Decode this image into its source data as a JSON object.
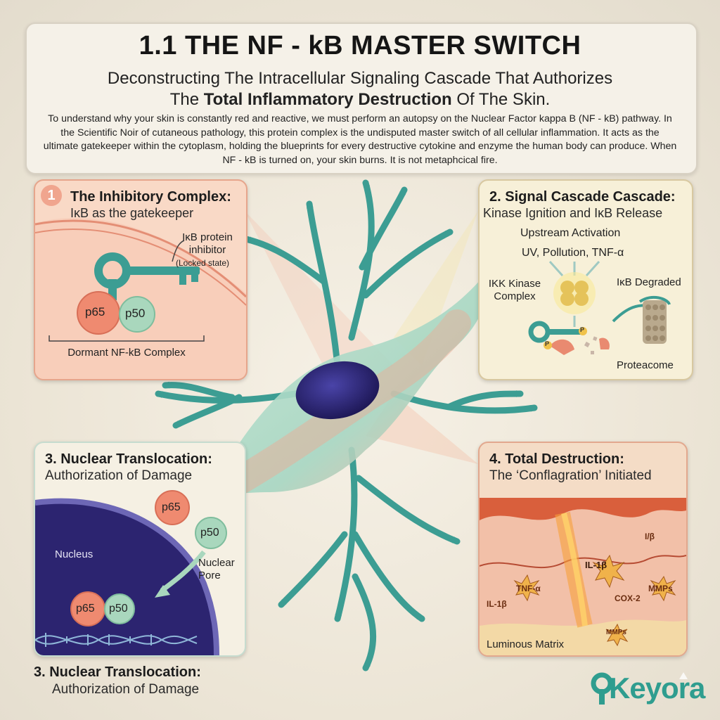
{
  "header": {
    "title": "1.1 THE NF - kB MASTER SWITCH",
    "subtitle_line1": "Deconstructing The Intracellular Signaling Cascade That Authorizes",
    "subtitle_line2_pre": "The ",
    "subtitle_line2_bold": "Total Inflammatory Destruction",
    "subtitle_line2_post": " Of The Skin.",
    "intro": "To understand why your skin is constantly red and reactive, we must perform an autopsy on the Nuclear Factor kappa B (NF - kB) pathway. In the Scientific Noir of cutaneous pathology, this protein complex is the undisputed master switch of all cellular inflammation. It acts as the ultimate gatekeeper within the cytoplasm, holding the blueprints for every destructive cytokine and enzyme the human body can produce. When NF - kB is turned on, your skin burns. It is not  metaphcical fire."
  },
  "panel1": {
    "number": "1",
    "title": "The Inhibitory Complex:",
    "subtitle": "IκB as the gatekeeper",
    "label_inhibitor": "IκB protein inhibitor",
    "label_state": "(Locked state)",
    "p65": "p65",
    "p50": "p50",
    "label_dormant": "Dormant NF-kB Complex"
  },
  "panel2": {
    "title": "2. Signal Cascade Cascade:",
    "subtitle": "Kinase Ignition and IκB Release",
    "upstream": "Upstream Activation",
    "triggers": "UV,  Pollution,  TNF-α",
    "ikk": "IKK Kinase Complex",
    "degraded": "IκB Degraded",
    "proteasome": "Proteacome",
    "phospho": "P"
  },
  "panel3": {
    "title": "3. Nuclear Translocation:",
    "subtitle": "Authorization of Damage",
    "p65": "p65",
    "p50": "p50",
    "nucleus": "Nucleus",
    "pore": "Nuclear Pore"
  },
  "panel4": {
    "title": "4. Total Destruction:",
    "subtitle": "The ‘Conflagration’ Initiated",
    "markers": [
      "IL-1β",
      "TNF-α",
      "MMPs",
      "IL-1β",
      "COX-2",
      "MMPs",
      "I/β"
    ],
    "matrix": "Luminous Matrix"
  },
  "footer": {
    "title": "3. Nuclear Translocation:",
    "subtitle": "Authorization of Damage",
    "logo": "Keyora"
  },
  "colors": {
    "teal": "#3c9d93",
    "nucleus": "#2c2470",
    "p65": "#ef8a70",
    "p50": "#a9d7bd",
    "panel_red": "#f9d9c6",
    "panel_yellow": "#f7f0d8"
  }
}
